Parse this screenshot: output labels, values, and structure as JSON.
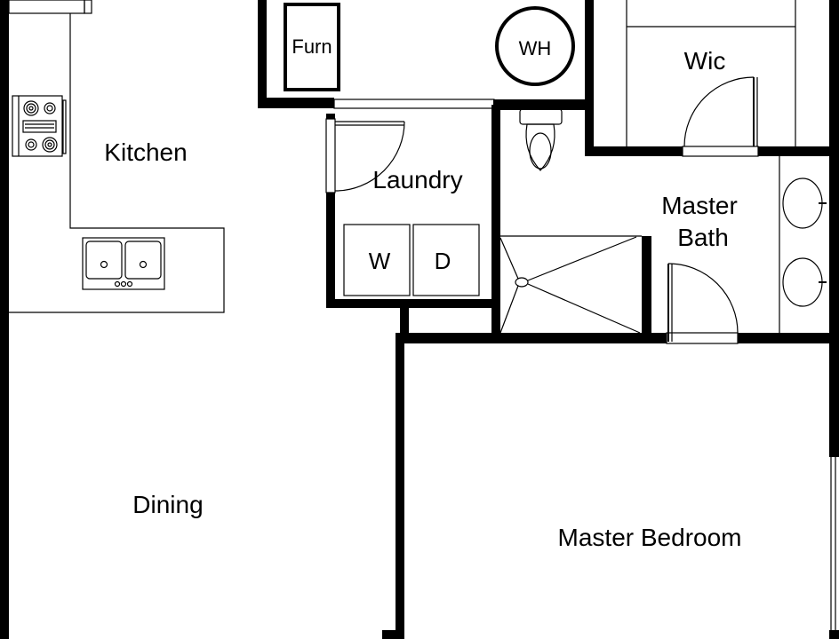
{
  "rooms": {
    "kitchen": "Kitchen",
    "dining": "Dining",
    "laundry": "Laundry",
    "wic": "Wic",
    "master_bath_line1": "Master",
    "master_bath_line2": "Bath",
    "master_bedroom": "Master Bedroom"
  },
  "fixtures": {
    "furnace": "Furn",
    "water_heater": "WH",
    "washer": "W",
    "dryer": "D"
  },
  "colors": {
    "wall": "#000000",
    "background": "#ffffff"
  }
}
